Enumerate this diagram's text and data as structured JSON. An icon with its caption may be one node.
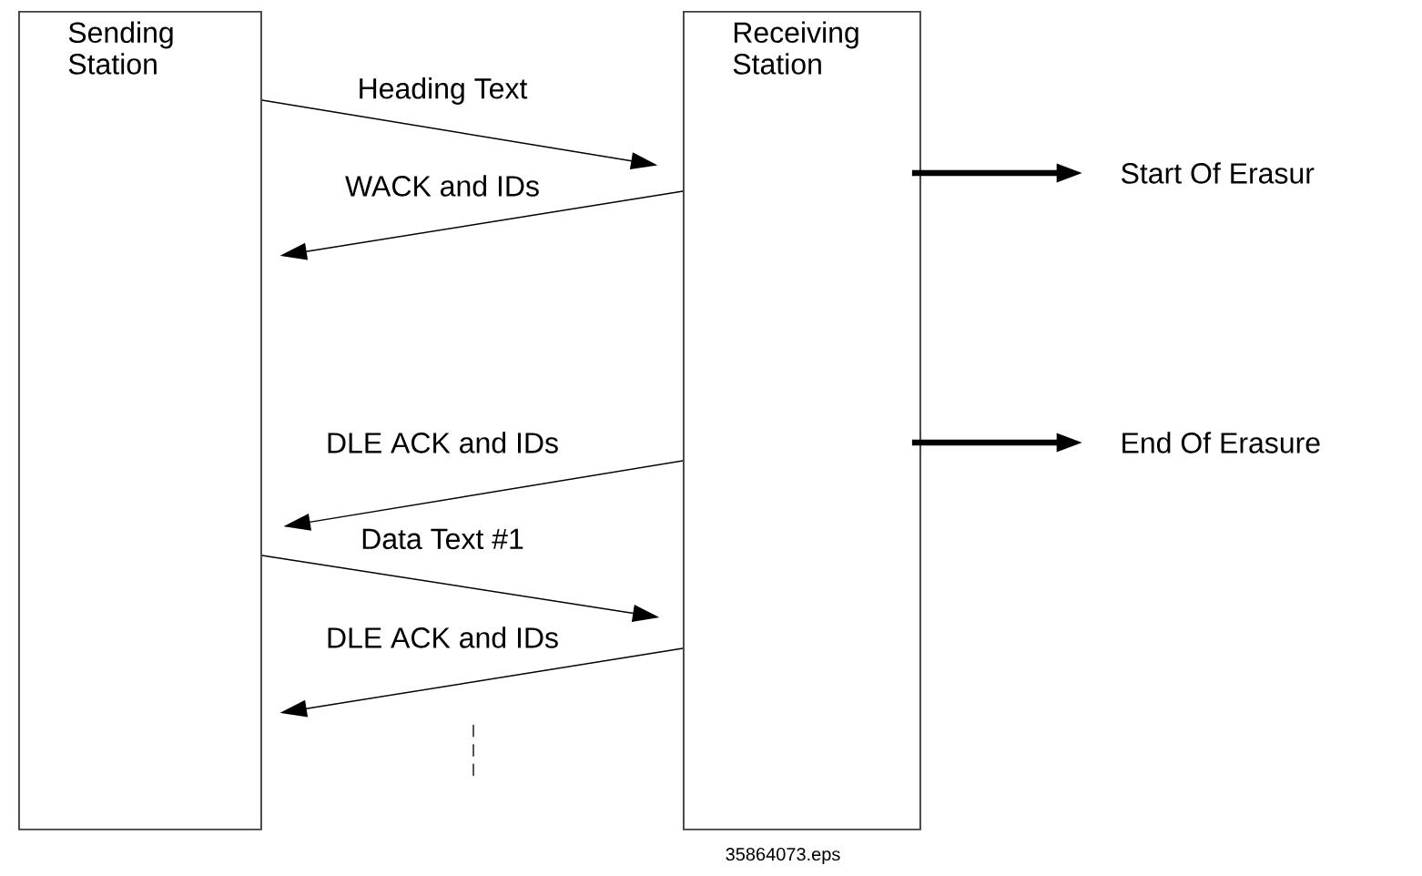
{
  "diagram": {
    "nodes": [
      {
        "text": [
          "Sending Station"
        ]
      },
      {
        "text": [
          "Receiving Station"
        ]
      },
      {
        "text": [
          "Start Of Erasur"
        ]
      },
      {
        "text": [
          "End Of Erasure"
        ]
      }
    ],
    "edges": [
      {
        "from": 0,
        "to": 1,
        "arrow": "to",
        "label": "Heading Text"
      },
      {
        "from": 1,
        "to": 0,
        "arrow": "to",
        "label": "WACK and IDs"
      },
      {
        "from": 1,
        "to": 0,
        "arrow": "to",
        "label": "DLE ACK and IDs"
      },
      {
        "from": 0,
        "to": 1,
        "arrow": "to",
        "label": "Data Text #1"
      },
      {
        "from": 1,
        "to": 0,
        "arrow": "to",
        "label": "DLE ACK and IDs"
      },
      {
        "from": 1,
        "to": 2,
        "arrow": "to",
        "style": "thick"
      },
      {
        "from": 1,
        "to": 3,
        "arrow": "to",
        "style": "thick"
      }
    ],
    "labels": [
      "35864073.eps"
    ]
  }
}
